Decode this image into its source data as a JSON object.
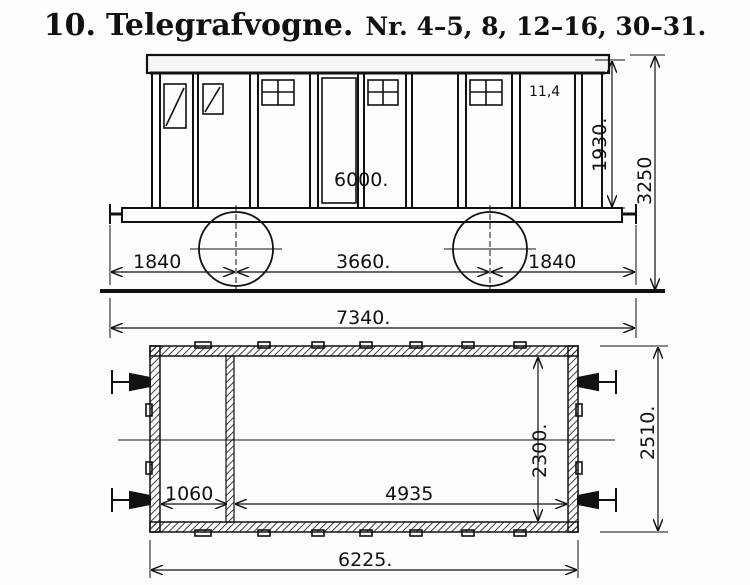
{
  "title": {
    "number": "10.",
    "name": "Telegrafvogne.",
    "subtitle": "Nr. 4–5, 8, 12–16, 30–31."
  },
  "side_view": {
    "label_roof": "11,4",
    "label_length_inside": "6000.",
    "label_height_body": "1930.",
    "label_height_total": "3250",
    "label_overhang_left": "1840",
    "label_wheelbase": "3660.",
    "label_overhang_right": "1840",
    "label_total_length": "7340."
  },
  "plan_view": {
    "label_inner_width": "2300.",
    "label_outer_width": "2510.",
    "label_compartment": "1060",
    "label_main_room": "4935",
    "label_body_length": "6225."
  },
  "colors": {
    "ink": "#111111",
    "paper": "#fdfdfb"
  }
}
